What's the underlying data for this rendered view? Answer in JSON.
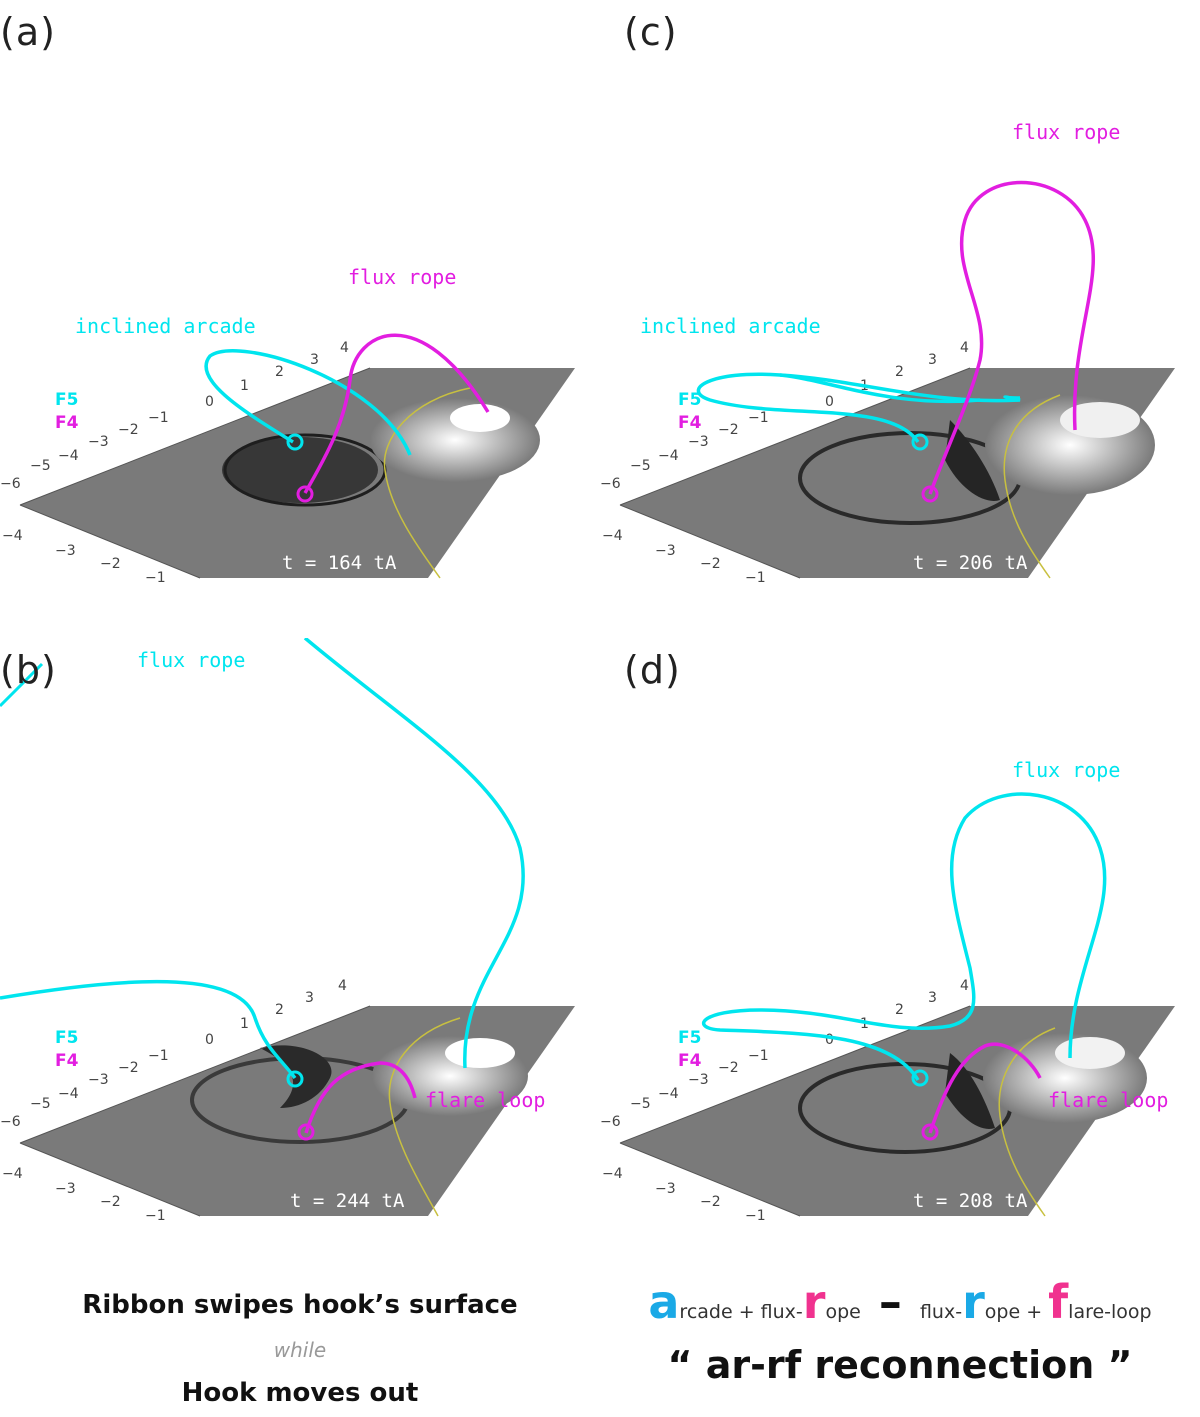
{
  "panels": [
    {
      "id": "a",
      "label": "(a)",
      "time": "t = 164 tA",
      "labels": {
        "rope": "flux rope",
        "arcade": "inclined arcade"
      }
    },
    {
      "id": "b",
      "label": "(b)",
      "time": "t = 244 tA",
      "labels": {
        "rope": "flux rope",
        "flare": "flare loop"
      }
    },
    {
      "id": "c",
      "label": "(c)",
      "time": "t = 206 tA",
      "labels": {
        "rope": "flux rope",
        "arcade": "inclined arcade"
      }
    },
    {
      "id": "d",
      "label": "(d)",
      "time": "t = 208 tA",
      "labels": {
        "rope": "flux rope",
        "flare": "flare loop"
      }
    }
  ],
  "footpoints": {
    "f5": "F5",
    "f4": "F4"
  },
  "axis_ticks": {
    "y": [
      "−6",
      "−5",
      "−4",
      "−3",
      "−2",
      "−1",
      "0",
      "1",
      "2",
      "3",
      "4"
    ],
    "x": [
      "−4",
      "−3",
      "−2",
      "−1"
    ]
  },
  "captions": {
    "left": {
      "line1": "Ribbon swipes hook’s surface",
      "line2": "while",
      "line3": "Hook moves out"
    },
    "right": {
      "a_big": "a",
      "a_rest": "rcade",
      "plus1": "+",
      "flux1": "flux-",
      "r1_big": "r",
      "r1_rest": "ope",
      "minus": "–",
      "flux2": "flux-",
      "r2_big": "r",
      "r2_rest": "ope",
      "plus2": "+",
      "f_big": "f",
      "f_rest": "lare-loop",
      "title": "“ ar-rf  reconnection ”"
    }
  },
  "colors": {
    "cyan": "#00e5ee",
    "magenta": "#e21ee0",
    "plane": "#7a7a7a",
    "pil": "#c8c040"
  }
}
